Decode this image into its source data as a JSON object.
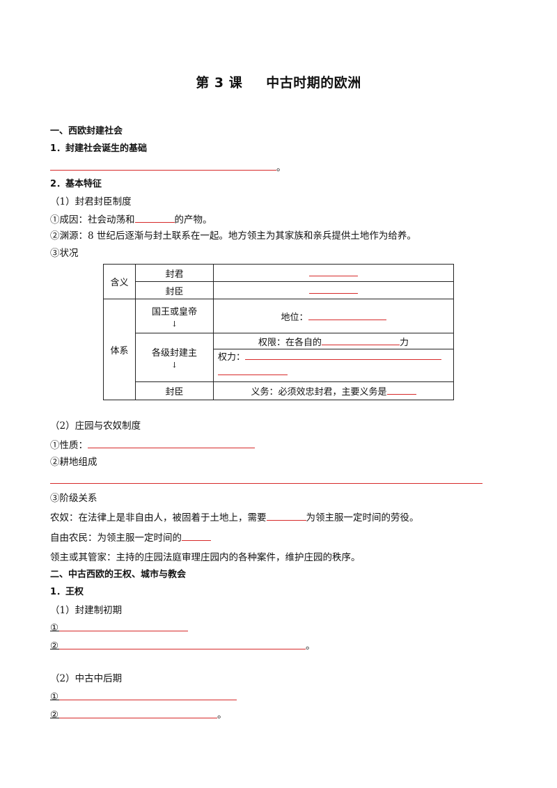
{
  "title": {
    "lesson": "第 3 课",
    "name": "中古时期的欧洲"
  },
  "section1": {
    "heading": "一、西欧封建社会",
    "item1": "1．封建社会诞生的基础",
    "item1_end": "。",
    "item2": "2．基本特征",
    "sub1": "（1）封君封臣制度",
    "origin_pre": "①成因：社会动荡和",
    "origin_post": "的产物。",
    "source": "②渊源：8 世纪后逐渐与封土联系在一起。地方领主为其家族和亲兵提供土地作为给养。",
    "situation": "③状况"
  },
  "table": {
    "meaning": "含义",
    "lord": "封君",
    "vassal": "封臣",
    "system": "体系",
    "king": "国王或皇帝",
    "arrow": "↓",
    "nobles": "各级封建主",
    "status_label": "地位：",
    "authority_pre": "权限：在各自的",
    "authority_post": "力",
    "power_label": "权力：",
    "vassal2": "封臣",
    "duty": "义务：必须效忠封君，主要义务是"
  },
  "section1b": {
    "sub2": "（2）庄园与农奴制度",
    "nature": "①性质：",
    "land": "②耕地组成",
    "classes": "③阶级关系",
    "serf_pre": "农奴：在法律上是非自由人，被固着于土地上，需要",
    "serf_post": "为领主服一定时间的劳役。",
    "free_pre": "自由农民：为领主服一定时间的",
    "lord_line": "领主或其管家：主持的庄园法庭审理庄园内的各种案件，维护庄园的秩序。"
  },
  "section2": {
    "heading": "二、中古西欧的王权、城市与教会",
    "item1": "1．王权",
    "sub1": "（1）封建制初期",
    "c1": "①",
    "c2": "②",
    "end": "。",
    "sub2": "（2）中古中后期"
  }
}
